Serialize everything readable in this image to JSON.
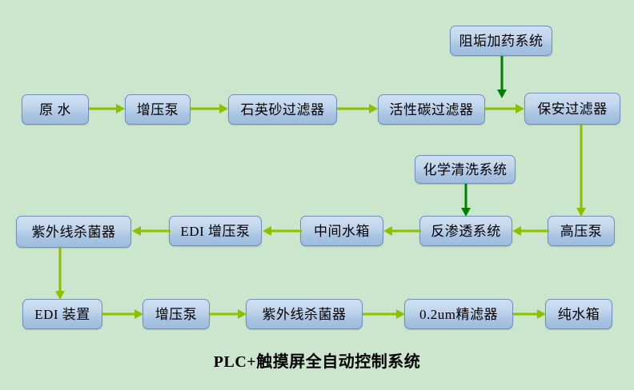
{
  "diagram": {
    "background_color": "#cbe6cd",
    "box_fill_top": "#cfe0f1",
    "box_fill_bottom": "#9dbcdd",
    "box_border_color": "#6f8fbe",
    "arrow_color_main": "#8cbf00",
    "arrow_color_branch": "#008000",
    "caption": "PLC+触摸屏全自动控制系统",
    "nodes": {
      "raw_water": "原 水",
      "booster_pump_1": "增压泵",
      "quartz_sand_filter": "石英砂过滤器",
      "activated_carbon_filter": "活性碳过滤器",
      "security_filter": "保安过滤器",
      "antiscalant_dosing_system": "阻垢加药系统",
      "chemical_cleaning_system": "化学清洗系统",
      "high_pressure_pump": "高压泵",
      "ro_system": "反渗透系统",
      "intermediate_water_tank": "中间水箱",
      "edi_booster_pump": "EDI 增压泵",
      "uv_sterilizer_1": "紫外线杀菌器",
      "edi_device": "EDI 装置",
      "booster_pump_2": "增压泵",
      "uv_sterilizer_2": "紫外线杀菌器",
      "micro_filter": "0.2um精滤器",
      "pure_water_tank": "纯水箱"
    }
  }
}
